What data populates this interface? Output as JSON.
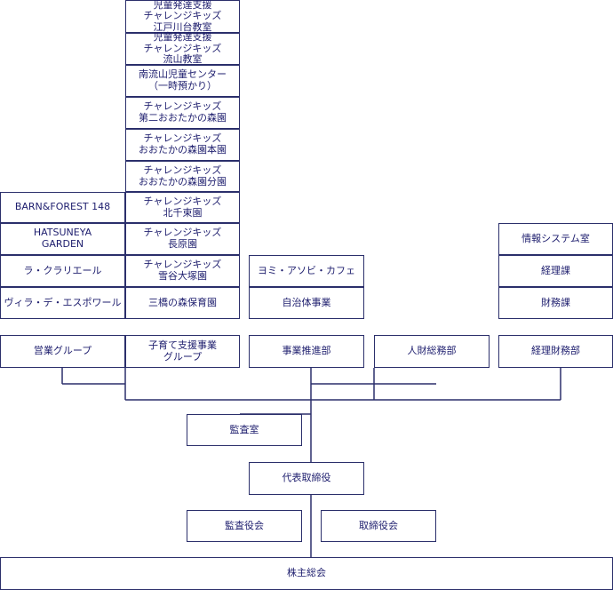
{
  "colors": {
    "border": "#2b2f6b",
    "text": "#1e1e6e",
    "background": "#ffffff"
  },
  "columns": {
    "sales": {
      "items": [
        "BARN&FOREST 148",
        "HATSUNEYA\nGARDEN",
        "ラ・クラリエール",
        "ヴィラ・デ・エスポワール"
      ],
      "dept": "営業グループ"
    },
    "childcare": {
      "items": [
        "児童発達支援\nチャレンジキッズ\n江戸川台教室",
        "児童発達支援\nチャレンジキッズ\n流山教室",
        "南流山児童センター\n（一時預かり）",
        "チャレンジキッズ\n第二おおたかの森園",
        "チャレンジキッズ\nおおたかの森園本園",
        "チャレンジキッズ\nおおたかの森園分園",
        "チャレンジキッズ\n北千束園",
        "チャレンジキッズ\n長原園",
        "チャレンジキッズ\n雪谷大塚園",
        "三橋の森保育園"
      ],
      "dept": "子育て支援事業\nグループ"
    },
    "business": {
      "items": [
        "ヨミ・アソビ・カフェ",
        "自治体事業"
      ],
      "dept": "事業推進部"
    },
    "hr": {
      "dept": "人財総務部"
    },
    "finance": {
      "items": [
        "情報システム室",
        "経理課",
        "財務課"
      ],
      "dept": "経理財務部"
    }
  },
  "audit_office": "監査室",
  "president": "代表取締役",
  "auditors": "監査役会",
  "board": "取締役会",
  "shareholders": "株主総会"
}
